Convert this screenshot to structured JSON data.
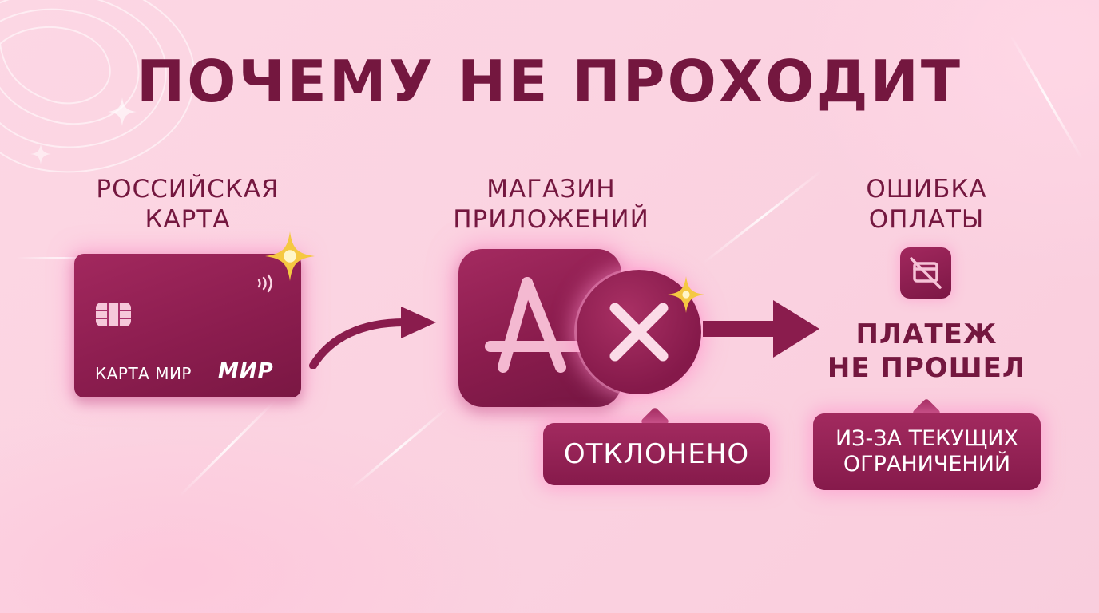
{
  "title": "ПОЧЕМУ НЕ ПРОХОДИТ",
  "steps": [
    {
      "label": "РОССИЙСКАЯ\nКАРТА"
    },
    {
      "label": "МАГАЗИН\nПРИЛОЖЕНИЙ"
    },
    {
      "label": "ОШИБКА\nОПЛАТЫ"
    }
  ],
  "card": {
    "name": "КАРТА МИР",
    "brand": "МИР"
  },
  "rejected_label": "ОТКЛОНЕНО",
  "result": {
    "text": "ПЛАТЕЖ\nНЕ ПРОШЕЛ",
    "reason": "ИЗ-ЗА ТЕКУЩИХ\nОГРАНИЧЕНИЙ"
  },
  "icons": [
    "bank-card",
    "chip-icon",
    "contactless-icon",
    "app-store-icon",
    "close-x-icon",
    "card-blocked-icon",
    "arrow-right-icon",
    "sparkle-icon"
  ],
  "colors": {
    "accent": "#8c1d4f",
    "text": "#74173f",
    "background": "#fbd3e1"
  }
}
